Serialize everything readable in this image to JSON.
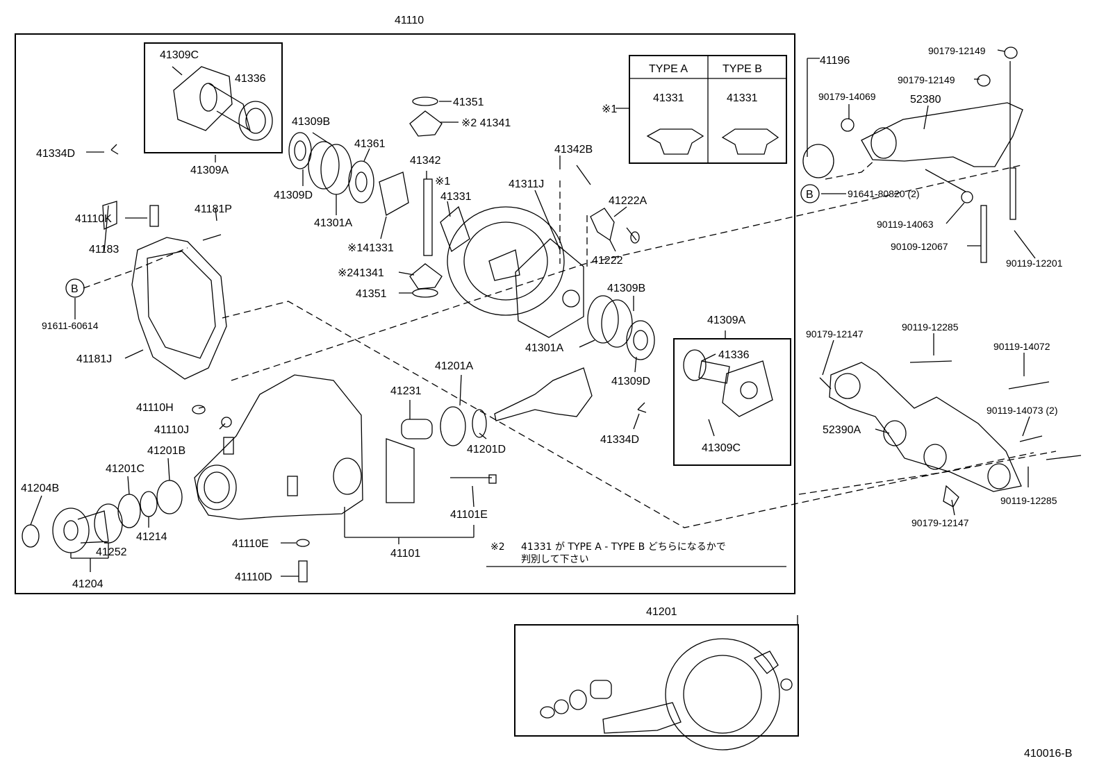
{
  "diagram": {
    "main_assembly": "41110",
    "sub_assembly": "41201",
    "figure_code": "410016-B",
    "marker_b": "B",
    "type_table": {
      "note_mark": "※1",
      "type_a": {
        "header": "TYPE A",
        "part": "41331"
      },
      "type_b": {
        "header": "TYPE B",
        "part": "41331"
      }
    },
    "note2": {
      "mark": "※2",
      "line1": "41331 が TYPE A - TYPE B どちらになるかで",
      "line2": "判別して下さい"
    },
    "parts": {
      "p41309C_top": "41309C",
      "p41336_top": "41336",
      "p41309A_top": "41309A",
      "p41334D_left": "41334D",
      "p41110K": "41110K",
      "p41181P": "41181P",
      "p41183": "41183",
      "p91611": "91611-60614",
      "p41181J": "41181J",
      "p41309B_l": "41309B",
      "p41361": "41361",
      "p41309D_l": "41309D",
      "p41301A_l": "41301A",
      "p41342": "41342",
      "p41331_mark": "※1",
      "p41331_u": "41331",
      "p41331_s1": "※141331",
      "p41341_s2b": "※241341",
      "p41351_b": "41351",
      "p41351_t": "41351",
      "p41341_t": "※2 41341",
      "p41342B": "41342B",
      "p41311J": "41311J",
      "p41222A": "41222A",
      "p41222": "41222",
      "p41309B_r": "41309B",
      "p41301A_r": "41301A",
      "p41309D_r": "41309D",
      "p41309A_r": "41309A",
      "p41336_r": "41336",
      "p41309C_r": "41309C",
      "p41334D_r": "41334D",
      "p41201A": "41201A",
      "p41231": "41231",
      "p41201D": "41201D",
      "p41101E": "41101E",
      "p41101": "41101",
      "p41110H": "41110H",
      "p41110J": "41110J",
      "p41201B": "41201B",
      "p41201C": "41201C",
      "p41204B": "41204B",
      "p41214": "41214",
      "p41252": "41252",
      "p41204": "41204",
      "p41110E": "41110E",
      "p41110D": "41110D",
      "p41196": "41196",
      "p90179_12149_a": "90179-12149",
      "p90179_12149_b": "90179-12149",
      "p90179_14069": "90179-14069",
      "p52380": "52380",
      "p91641": "91641-80820 (2)",
      "p90119_14063": "90119-14063",
      "p90109_12067": "90109-12067",
      "p90119_12201": "90119-12201",
      "p90179_12147_t": "90179-12147",
      "p90119_12285_t": "90119-12285",
      "p90119_14072": "90119-14072",
      "p90119_14073": "90119-14073 (2)",
      "p52390A": "52390A",
      "p90119_12285_b": "90119-12285",
      "p90179_12147_b": "90179-12147"
    }
  }
}
